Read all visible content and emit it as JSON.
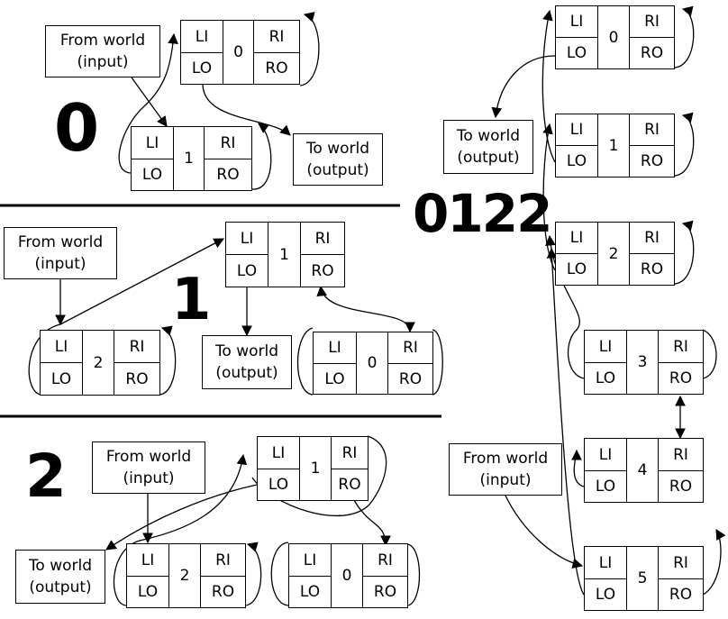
{
  "labels": {
    "li": "LI",
    "ri": "RI",
    "lo": "LO",
    "ro": "RO",
    "from_world_1": "From world",
    "from_world_2": "(input)",
    "to_world_1": "To world",
    "to_world_2": "(output)"
  },
  "panels": {
    "p0": {
      "label": "0"
    },
    "p1": {
      "label": "1"
    },
    "p2": {
      "label": "2"
    },
    "combined": {
      "label": "0122"
    }
  },
  "nodes": {
    "p0_n0": "0",
    "p0_n1": "1",
    "p1_n1": "1",
    "p1_n2": "2",
    "p1_n0": "0",
    "p2_n1": "1",
    "p2_n2": "2",
    "p2_n0": "0",
    "c_n0": "0",
    "c_n1": "1",
    "c_n2": "2",
    "c_n3": "3",
    "c_n4": "4",
    "c_n5": "5"
  }
}
